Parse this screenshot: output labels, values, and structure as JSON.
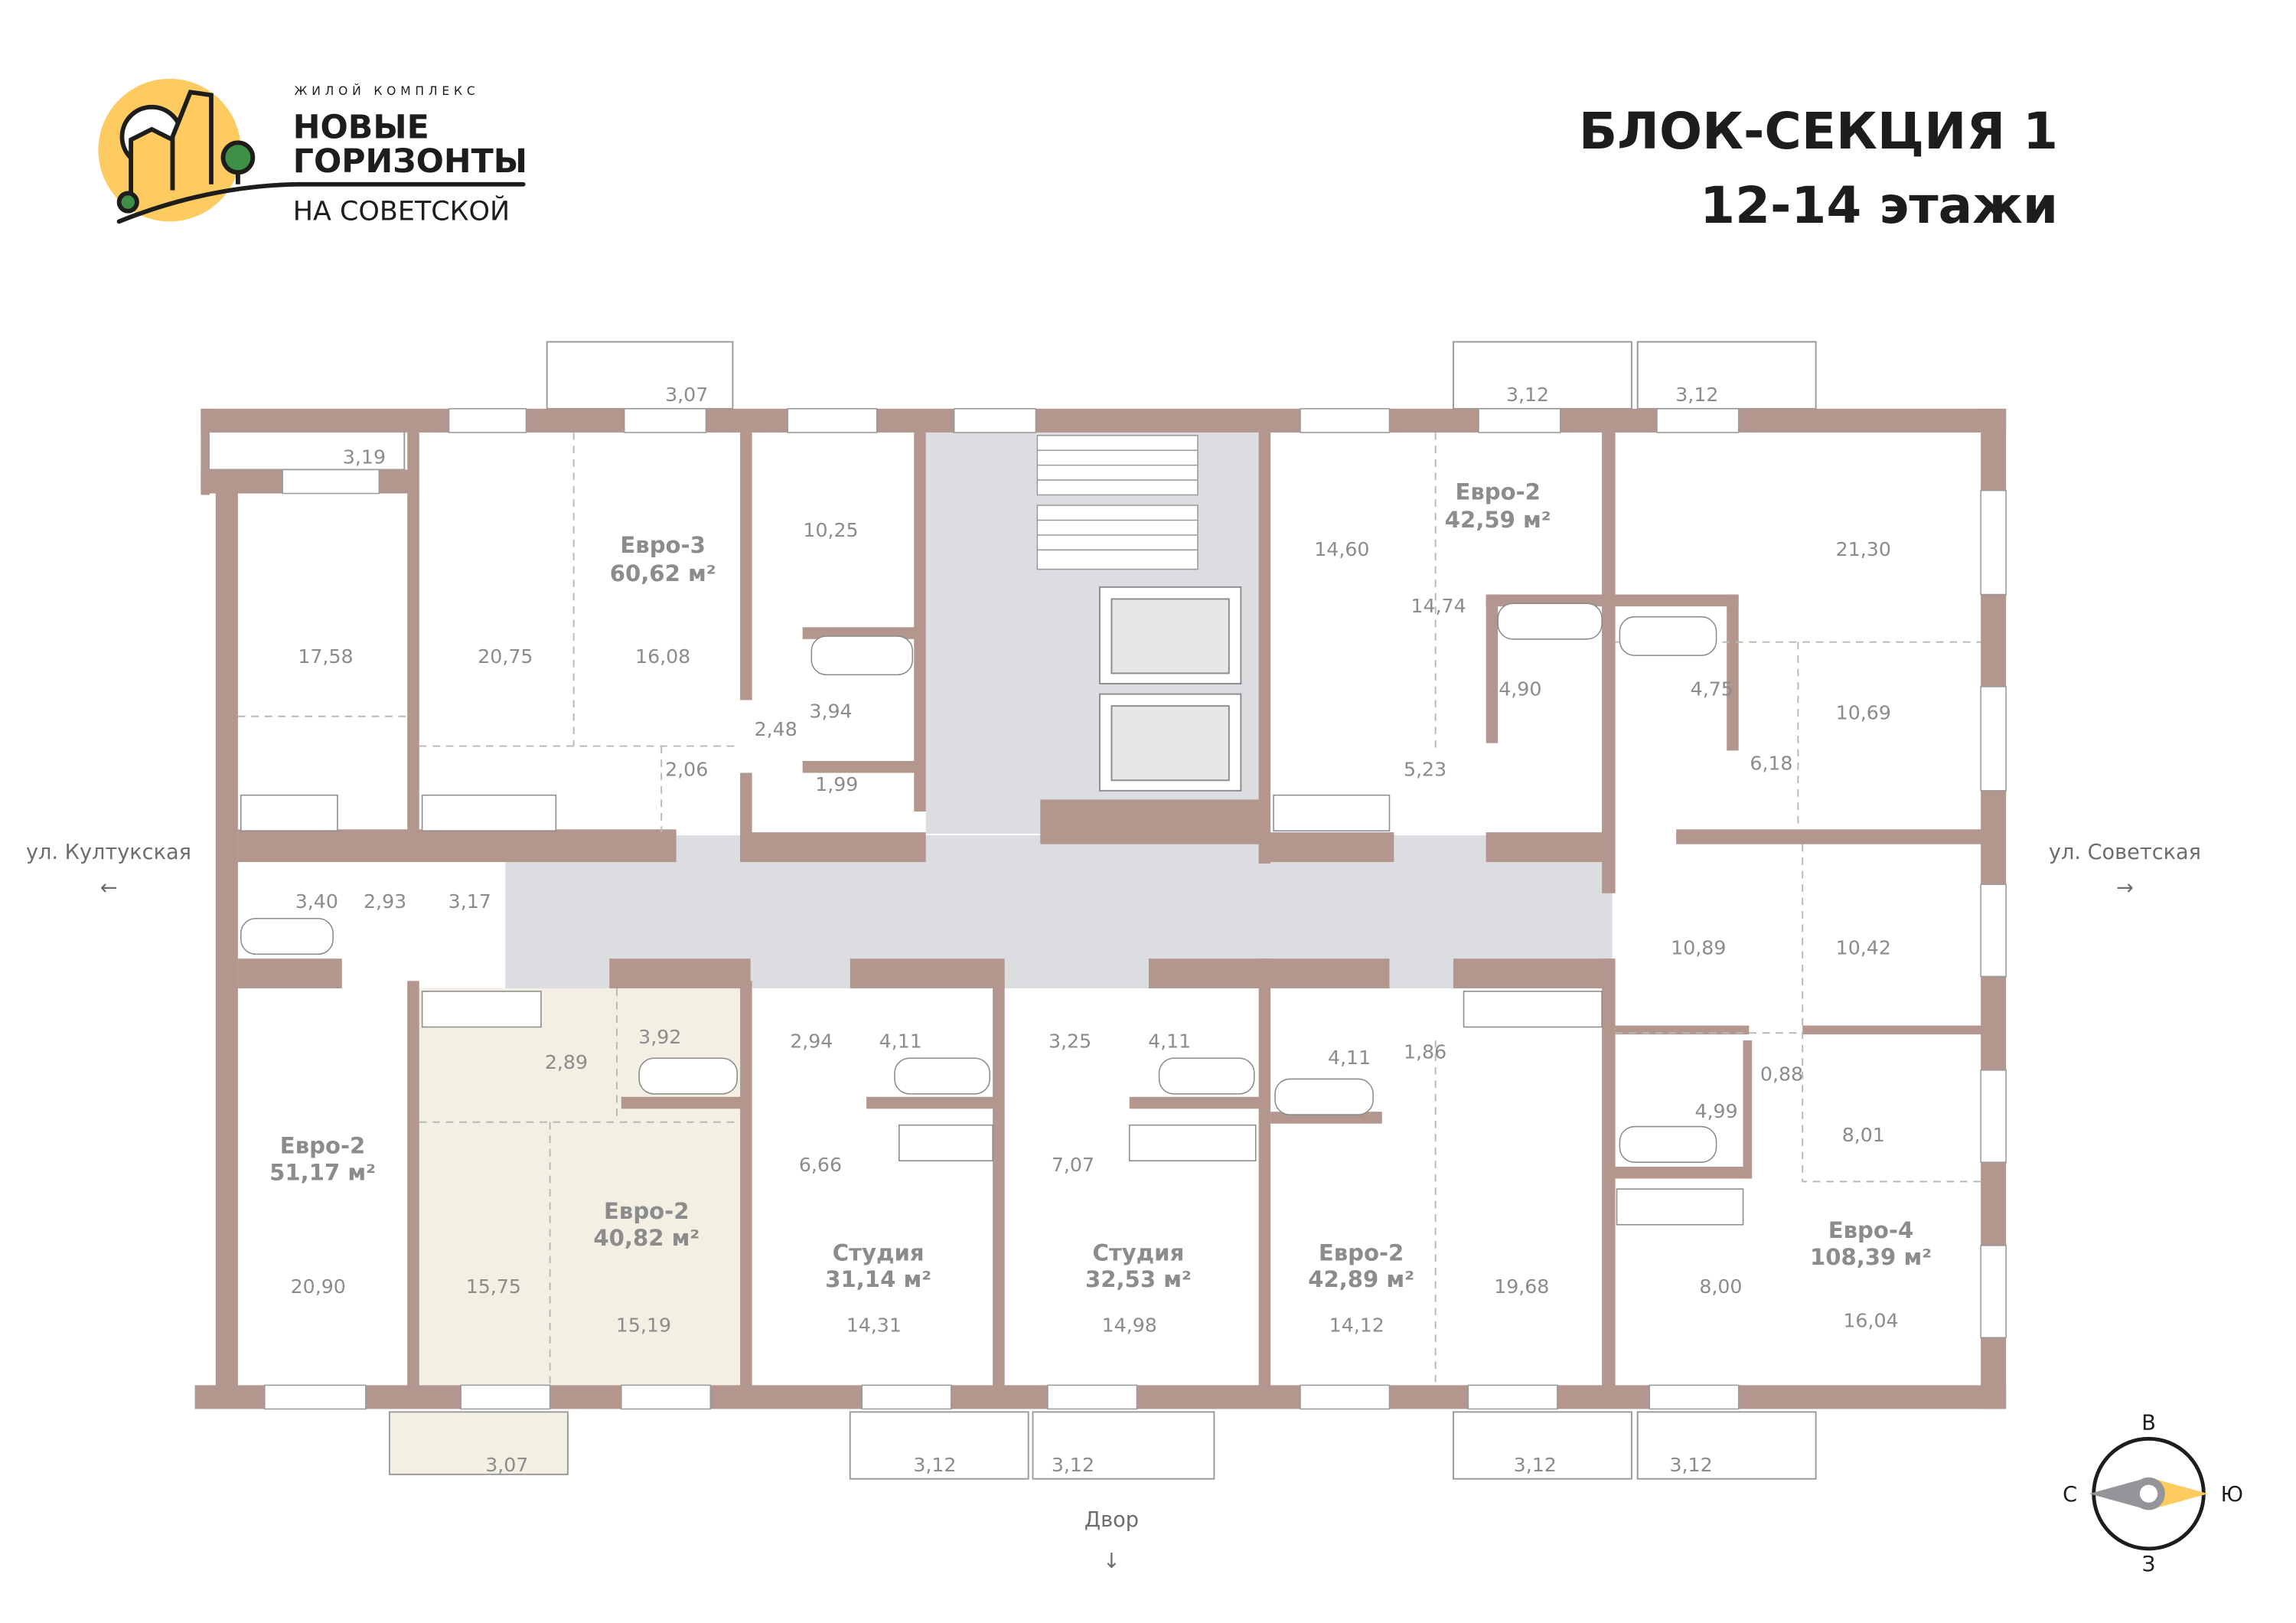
{
  "logo": {
    "subtitle": "ЖИЛОЙ КОМПЛЕКС",
    "line1": "НОВЫЕ",
    "line2": "ГОРИЗОНТЫ",
    "line3": "НА СОВЕТСКОЙ"
  },
  "header": {
    "title": "БЛОК-СЕКЦИЯ 1",
    "floors": "12-14 этажи"
  },
  "streets": {
    "left": "ул. Култукская",
    "left_arrow": "←",
    "right": "ул. Советская",
    "right_arrow": "→",
    "bottom": "Двор",
    "bottom_arrow": "↓"
  },
  "compass": {
    "north": "С",
    "east": "В",
    "south": "Ю",
    "west": "З"
  },
  "apartments": [
    {
      "type": "Евро-3",
      "area": "60,62 м²"
    },
    {
      "type": "Евро-2",
      "area": "42,59 м²"
    },
    {
      "type": "Евро-2",
      "area": "51,17 м²"
    },
    {
      "type": "Евро-2",
      "area": "40,82 м²"
    },
    {
      "type": "Студия",
      "area": "31,14 м²"
    },
    {
      "type": "Студия",
      "area": "32,53 м²"
    },
    {
      "type": "Евро-2",
      "area": "42,89 м²"
    },
    {
      "type": "Евро-4",
      "area": "108,39 м²"
    }
  ],
  "rooms": [
    "3,07",
    "3,19",
    "3,12",
    "3,12",
    "10,25",
    "14,60",
    "21,30",
    "17,58",
    "20,75",
    "16,08",
    "14,74",
    "3,94",
    "2,48",
    "4,90",
    "4,75",
    "10,69",
    "2,06",
    "1,99",
    "5,23",
    "6,18",
    "3,40",
    "2,93",
    "3,17",
    "10,89",
    "10,42",
    "3,92",
    "2,89",
    "2,94",
    "4,11",
    "3,25",
    "4,11",
    "4,11",
    "1,86",
    "0,88",
    "4,99",
    "8,01",
    "6,66",
    "7,07",
    "20,90",
    "15,75",
    "15,19",
    "14,31",
    "14,98",
    "14,12",
    "19,68",
    "8,00",
    "16,04",
    "3,07",
    "3,12",
    "3,12",
    "3,12",
    "3,12"
  ],
  "colors": {
    "wall": "#b3968e",
    "corridor": "#dcdde0",
    "highlight": "#f3efe3",
    "logo_yellow": "#fdcb5f",
    "logo_green": "#3f8f46"
  }
}
